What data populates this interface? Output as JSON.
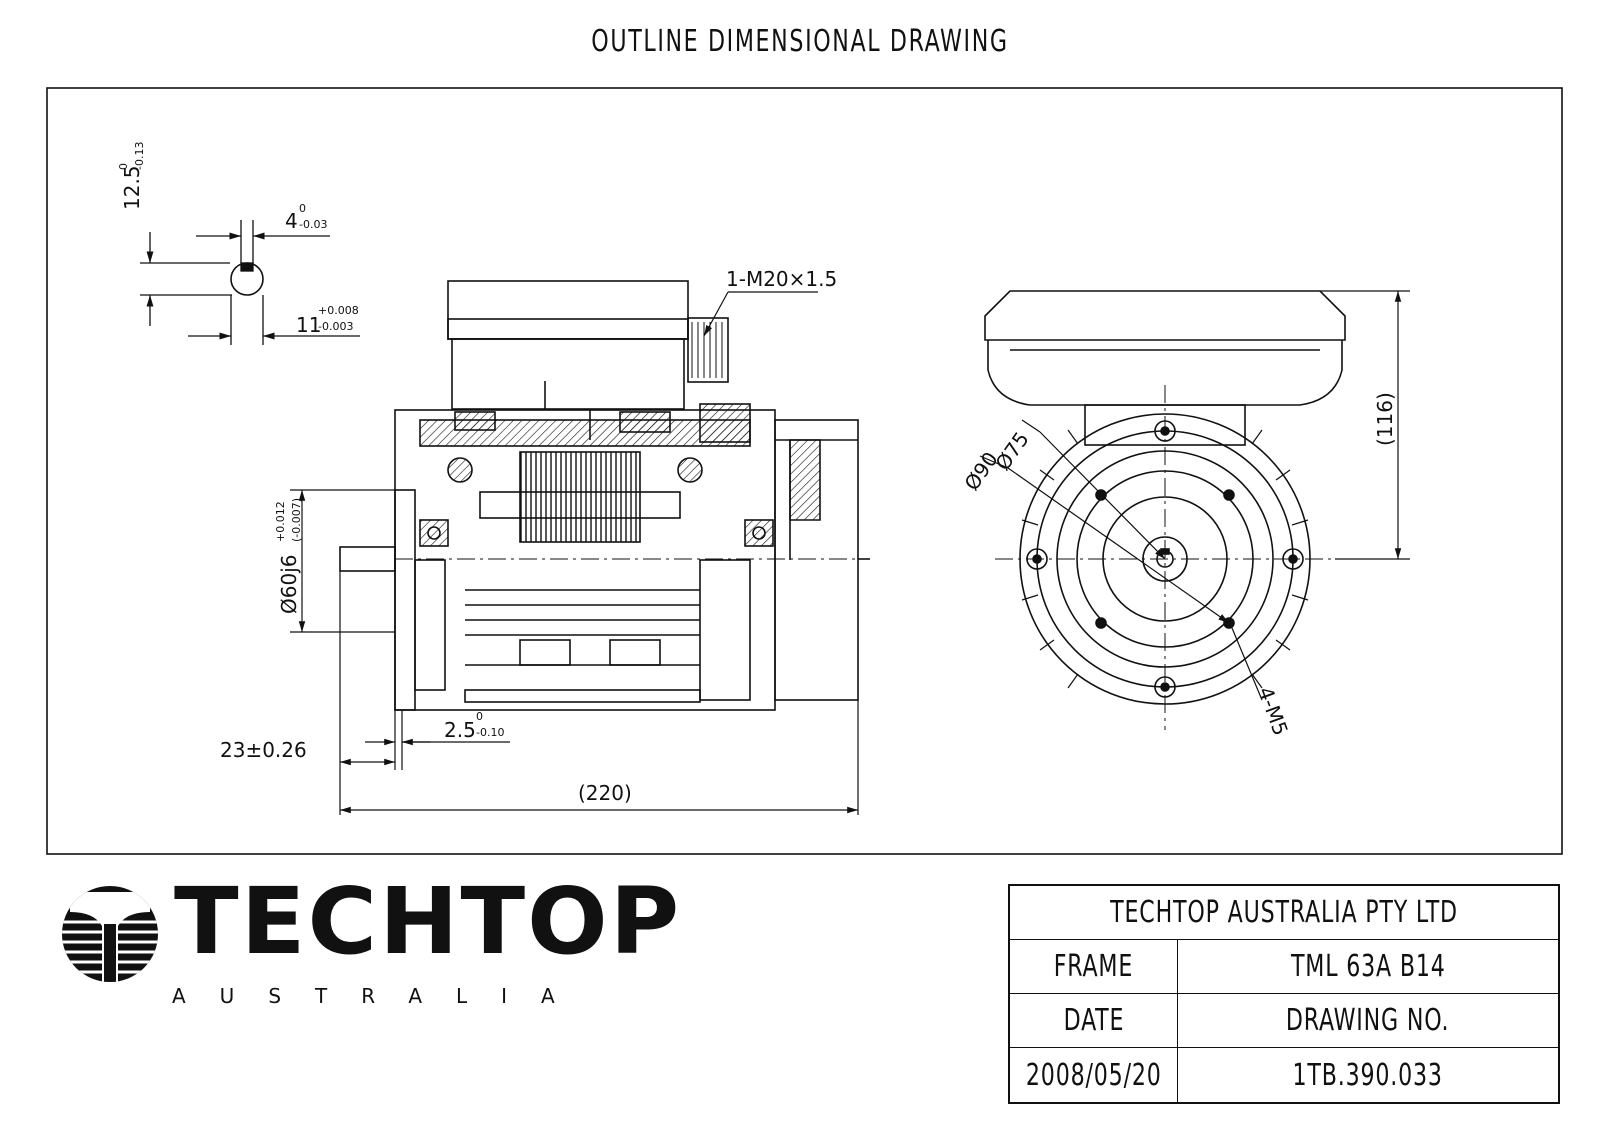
{
  "title": "OUTLINE DIMENSIONAL DRAWING",
  "dimensions": {
    "keyway_depth": "12.5",
    "keyway_depth_tol_upper": "0",
    "keyway_depth_tol_lower": "-0.13",
    "key_width": "4",
    "key_width_tol_upper": "0",
    "key_width_tol_lower": "-0.03",
    "shaft_dia": "11",
    "shaft_dia_tol_upper": "+0.008",
    "shaft_dia_tol_lower": "-0.003",
    "cable_gland": "1-M20×1.5",
    "spigot_dia": "Ø60j6",
    "spigot_tol_upper": "+0.012",
    "spigot_tol_lower": "(-0.007)",
    "shaft_length": "23±0.26",
    "spigot_depth": "2.5",
    "spigot_depth_tol_upper": "0",
    "spigot_depth_tol_lower": "-0.10",
    "overall_length": "(220)",
    "overall_height": "(116)",
    "pcd_inner": "Ø75",
    "pcd_outer": "Ø90",
    "flange_holes": "4-M5"
  },
  "logo": {
    "word": "TECHTOP",
    "sub": "AUSTRALIA"
  },
  "title_block": {
    "company": "TECHTOP AUSTRALIA PTY LTD",
    "frame_label": "FRAME",
    "frame_value": "TML 63A B14",
    "date_label": "DATE",
    "drawing_no_label": "DRAWING NO.",
    "date_value": "2008/05/20",
    "drawing_no_value": "1TB.390.033"
  }
}
